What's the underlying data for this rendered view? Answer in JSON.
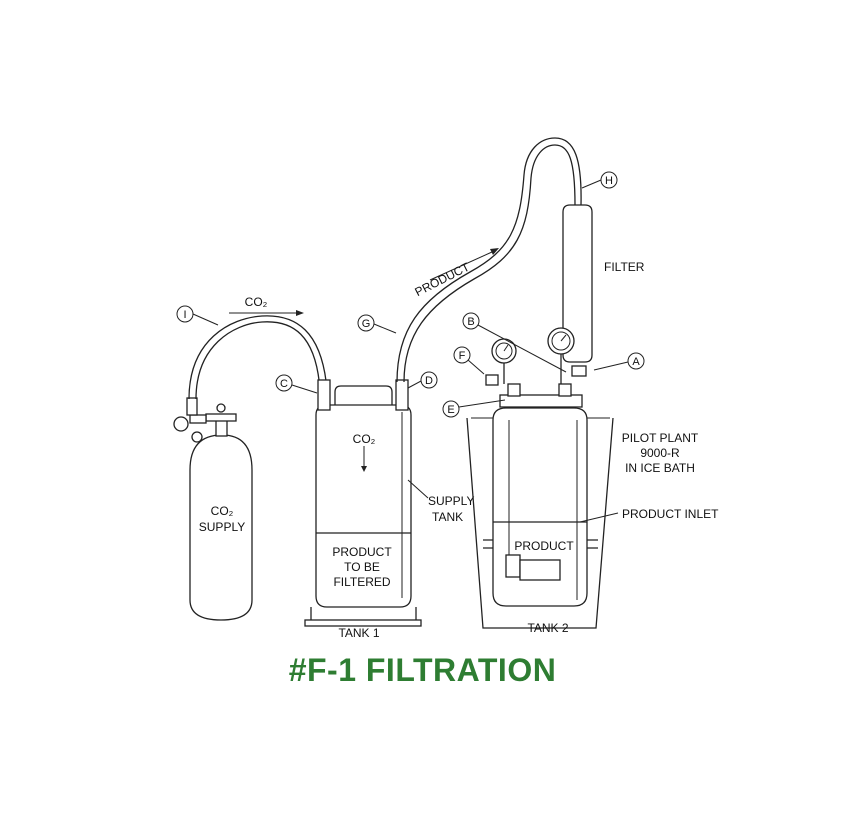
{
  "title": "#F-1 FILTRATION",
  "colors": {
    "title": "#2e7d32",
    "line": "#222222"
  },
  "labels": {
    "co2_supply_gas": "CO₂",
    "co2_supply_word": "SUPPLY",
    "co2_line": "CO₂",
    "tank1_gas": "CO₂",
    "tank1_product_1": "PRODUCT",
    "tank1_product_2": "TO BE",
    "tank1_product_3": "FILTERED",
    "tank1_name": "TANK 1",
    "supply_tank_1": "SUPPLY",
    "supply_tank_2": "TANK",
    "product_line": "PRODUCT",
    "filter": "FILTER",
    "pilot_1": "PILOT PLANT",
    "pilot_2": "9000-R",
    "pilot_3": "IN ICE BATH",
    "product_inlet": "PRODUCT INLET",
    "tank2_product": "PRODUCT",
    "tank2_name": "TANK 2"
  },
  "callouts": {
    "a": "A",
    "b": "B",
    "c": "C",
    "d": "D",
    "e": "E",
    "f": "F",
    "g": "G",
    "h": "H",
    "i": "I"
  }
}
